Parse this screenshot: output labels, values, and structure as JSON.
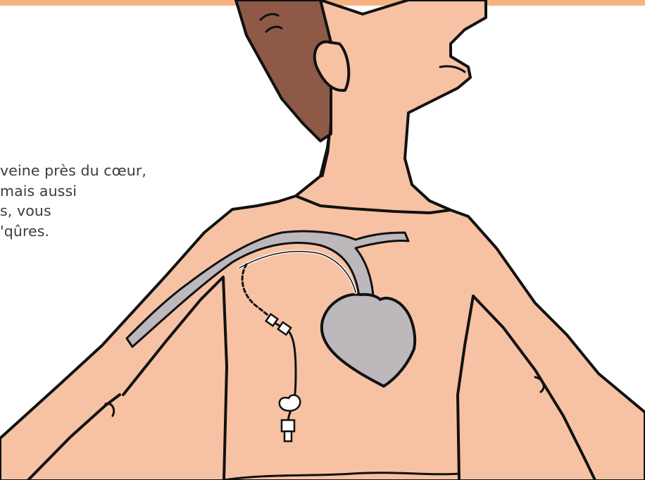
{
  "colors": {
    "top_band": "#F6B283",
    "skin": "#F7C2A4",
    "hair": "#8E5A47",
    "outline": "#111111",
    "vein_and_heart": "#BDB8BC",
    "text": "#3b3b3b"
  },
  "text_block": {
    "lines": [
      "veine près du cœur,",
      "mais aussi",
      "s, vous",
      "'qûres."
    ]
  },
  "illustration": {
    "subject": "torso-with-central-venous-catheter",
    "elements": [
      "head",
      "ear",
      "hair",
      "neck",
      "shoulders",
      "arms",
      "chest",
      "heart",
      "vein",
      "catheter-line",
      "catheter-clamp",
      "catheter-connector"
    ]
  }
}
